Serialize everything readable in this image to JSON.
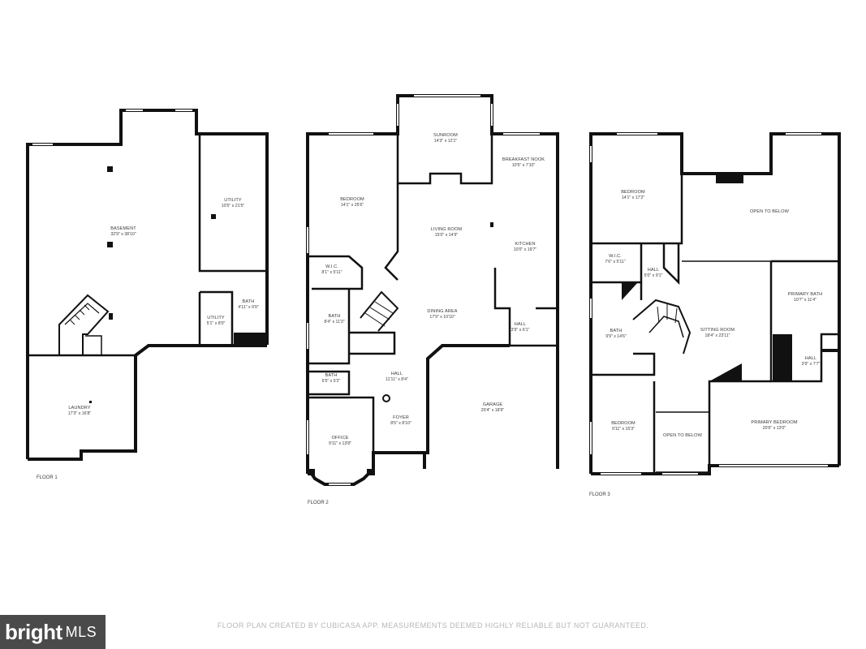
{
  "floors": [
    {
      "label": "FLOOR 1",
      "rooms": [
        {
          "name": "BASEMENT",
          "dim": "32'9\" x 38'10\""
        },
        {
          "name": "UTILITY",
          "dim": "10'5\" x 21'5\""
        },
        {
          "name": "BATH",
          "dim": "4'11\" x 9'9\""
        },
        {
          "name": "UTILITY",
          "dim": "5'1\" x 8'0\""
        },
        {
          "name": "LAUNDRY",
          "dim": "17'3\" x 16'8\""
        }
      ]
    },
    {
      "label": "FLOOR 2",
      "rooms": [
        {
          "name": "SUNROOM",
          "dim": "14'3\" x 12'1\""
        },
        {
          "name": "BREAKFAST NOOK",
          "dim": "10'5\" x 7'10\""
        },
        {
          "name": "BEDROOM",
          "dim": "14'1\" x 25'6\""
        },
        {
          "name": "LIVING ROOM",
          "dim": "15'0\" x 14'9\""
        },
        {
          "name": "KITCHEN",
          "dim": "10'0\" x 19'7\""
        },
        {
          "name": "W.I.C.",
          "dim": "8'1\" x 5'11\""
        },
        {
          "name": "BATH",
          "dim": "8'4\" x 11'3\""
        },
        {
          "name": "DINING AREA",
          "dim": "17'9\" x 10'10\""
        },
        {
          "name": "HALL",
          "dim": "3'9\" x 6'1\""
        },
        {
          "name": "BATH",
          "dim": "6'5\" x 5'2\""
        },
        {
          "name": "HALL",
          "dim": "11'11\" x 8'4\""
        },
        {
          "name": "GARAGE",
          "dim": "20'4\" x 18'9\""
        },
        {
          "name": "OFFICE",
          "dim": "9'11\" x 13'8\""
        },
        {
          "name": "FOYER",
          "dim": "8'5\" x 8'10\""
        }
      ]
    },
    {
      "label": "FLOOR 3",
      "rooms": [
        {
          "name": "BEDROOM",
          "dim": "14'1\" x 17'2\""
        },
        {
          "name": "OPEN TO BELOW",
          "dim": ""
        },
        {
          "name": "W.I.C.",
          "dim": "7'6\" x 5'11\""
        },
        {
          "name": "HALL",
          "dim": "5'0\" x 9'1\""
        },
        {
          "name": "PRIMARY BATH",
          "dim": "10'7\" x 11'4\""
        },
        {
          "name": "BATH",
          "dim": "9'9\" x 14'6\""
        },
        {
          "name": "SITTING ROOM",
          "dim": "18'4\" x 23'11\""
        },
        {
          "name": "HALL",
          "dim": "3'9\" x 7'7\""
        },
        {
          "name": "BEDROOM",
          "dim": "9'11\" x 15'3\""
        },
        {
          "name": "OPEN TO BELOW",
          "dim": ""
        },
        {
          "name": "PRIMARY BEDROOM",
          "dim": "20'6\" x 13'0\""
        }
      ]
    }
  ],
  "footer": {
    "disclaimer": "FLOOR PLAN CREATED BY CUBICASA APP. MEASUREMENTS DEEMED HIGHLY RELIABLE BUT NOT GUARANTEED."
  },
  "logo": {
    "bright": "bright",
    "mls": "MLS"
  }
}
